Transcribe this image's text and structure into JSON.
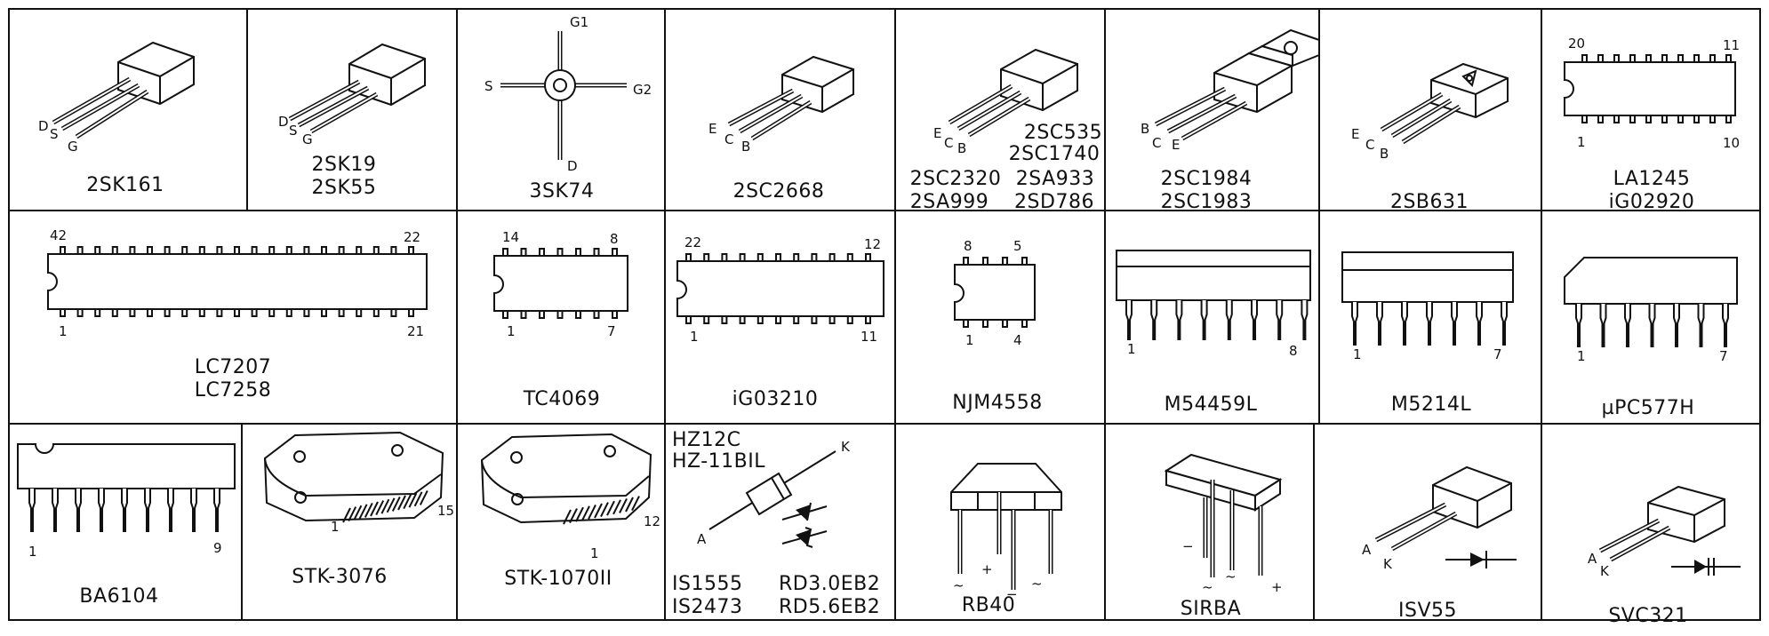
{
  "row1": {
    "c1": {
      "name": "2SK161",
      "pins": [
        "D",
        "S",
        "G"
      ]
    },
    "c2": {
      "names": [
        "2SK19",
        "2SK55"
      ],
      "pins": [
        "D",
        "S",
        "G"
      ]
    },
    "c3": {
      "name": "3SK74",
      "pins": {
        "g1": "G1",
        "g2": "G2",
        "s": "S",
        "d": "D"
      }
    },
    "c4": {
      "name": "2SC2668",
      "pins": [
        "E",
        "C",
        "B"
      ]
    },
    "c5": {
      "names_left": [
        "2SC2320",
        "2SA999"
      ],
      "names_right": [
        "2SC535",
        "2SC1740",
        "2SA933",
        "2SD786"
      ],
      "pins": [
        "E",
        "C",
        "B"
      ]
    },
    "c6": {
      "names": [
        "2SC1984",
        "2SC1983"
      ],
      "pins": [
        "B",
        "C",
        "E"
      ]
    },
    "c7": {
      "name": "2SB631",
      "pins": [
        "E",
        "C",
        "B"
      ]
    },
    "c8": {
      "names": [
        "LA1245",
        "iG02920"
      ],
      "pins": [
        "20",
        "11",
        "1",
        "10"
      ]
    }
  },
  "row2": {
    "c1": {
      "names": [
        "LC7207",
        "LC7258"
      ],
      "pins": [
        "42",
        "22",
        "1",
        "21"
      ]
    },
    "c2": {
      "name": "TC4069",
      "pins": [
        "14",
        "8",
        "1",
        "7"
      ]
    },
    "c3": {
      "name": "iG03210",
      "pins": [
        "22",
        "12",
        "1",
        "11"
      ]
    },
    "c4": {
      "name": "NJM4558",
      "pins": [
        "8",
        "5",
        "1",
        "4"
      ]
    },
    "c5": {
      "name": "M54459L",
      "pins": [
        "1",
        "8"
      ]
    },
    "c6": {
      "name": "M5214L",
      "pins": [
        "1",
        "7"
      ]
    },
    "c7": {
      "name": "µPC577H",
      "pins": [
        "1",
        "7"
      ]
    }
  },
  "row3": {
    "c1": {
      "name": "BA6104",
      "pins": [
        "1",
        "9"
      ]
    },
    "c2": {
      "name": "STK-3076",
      "pins": [
        "1",
        "15"
      ]
    },
    "c3": {
      "name": "STK-1070II",
      "pins": [
        "1",
        "12"
      ]
    },
    "c4": {
      "names_top": [
        "HZ12C",
        "HZ-11BIL"
      ],
      "names_left": [
        "IS1555",
        "IS2473"
      ],
      "names_right": [
        "RD3.0EB2",
        "RD5.6EB2"
      ],
      "pins": [
        "K",
        "A"
      ]
    },
    "c5": {
      "name": "RB40",
      "pins": [
        "~",
        "+",
        "−",
        "~"
      ]
    },
    "c6": {
      "name": "SIRBA",
      "pins": [
        "−",
        "~",
        "~",
        "+"
      ]
    },
    "c7": {
      "name": "ISV55",
      "pins": [
        "A",
        "K"
      ]
    },
    "c8": {
      "name": "SVC321",
      "pins": [
        "A",
        "K"
      ]
    }
  }
}
